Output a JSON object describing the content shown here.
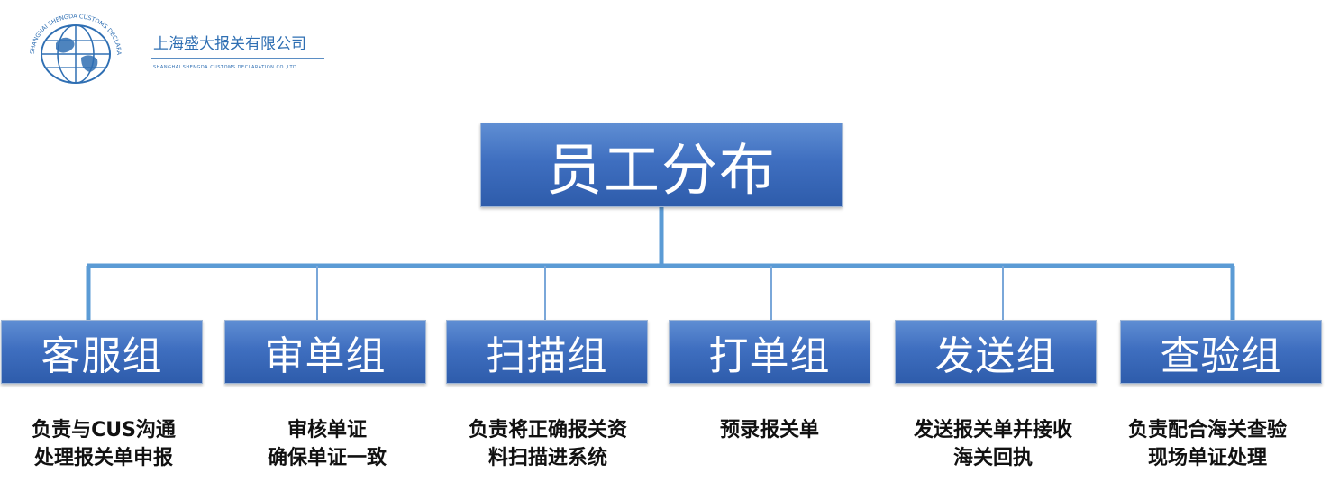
{
  "logo": {
    "company_cn": "上海盛大报关有限公司",
    "company_en": "SHANGHAI SHENGDA CUSTOMS DECLARATION CO.,LTD",
    "ring_text": "SHANGHAI SHENGDA CUSTOMS DECLARATION CO.,LTD"
  },
  "root": {
    "label": "员工分布"
  },
  "groups": [
    {
      "label": "客服组",
      "desc": [
        "负责与CUS沟通",
        "处理报关单申报"
      ]
    },
    {
      "label": "审单组",
      "desc": [
        "审核单证",
        "确保单证一致"
      ]
    },
    {
      "label": "扫描组",
      "desc": [
        "负责将正确报关资",
        "料扫描进系统"
      ]
    },
    {
      "label": "打单组",
      "desc": [
        "预录报关单"
      ]
    },
    {
      "label": "发送组",
      "desc": [
        "发送报关单并接收",
        "海关回执"
      ]
    },
    {
      "label": "查验组",
      "desc": [
        "负责配合海关查验",
        "现场单证处理"
      ]
    }
  ],
  "colors": {
    "box": "#3f6fc0",
    "connector": "#5b9bd5",
    "logo": "#2f6fb3"
  }
}
